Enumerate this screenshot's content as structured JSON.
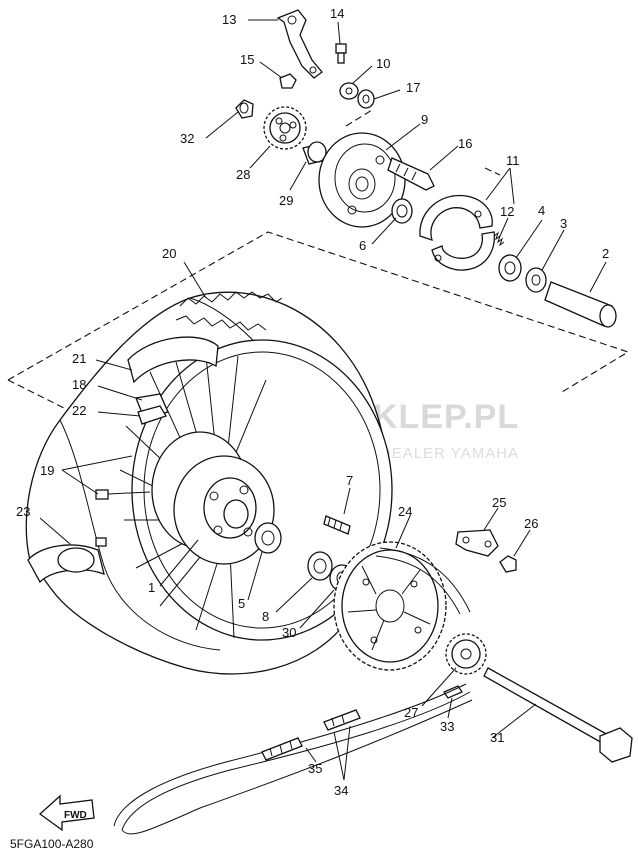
{
  "diagram_code": "5FGA100-A280",
  "watermark": {
    "title": "YAMA-SKLEP.PL",
    "subtitle": "CIECHOWICZ | DEALER YAMAHA"
  },
  "fwd_label": "FWD",
  "callouts": {
    "c1": "1",
    "c2": "2",
    "c3": "3",
    "c4": "4",
    "c5": "5",
    "c6": "6",
    "c7": "7",
    "c8": "8",
    "c9": "9",
    "c10": "10",
    "c11": "11",
    "c12": "12",
    "c13": "13",
    "c14": "14",
    "c15": "15",
    "c16": "16",
    "c17": "17",
    "c18": "18",
    "c19": "19",
    "c20": "20",
    "c21": "21",
    "c22": "22",
    "c23": "23",
    "c24": "24",
    "c25": "25",
    "c26": "26",
    "c27": "27",
    "c28": "28",
    "c29": "29",
    "c30": "30",
    "c31": "31",
    "c32": "32",
    "c33": "33",
    "c34": "34",
    "c35": "35"
  },
  "colors": {
    "line": "#111111",
    "watermark": "#d9d9d9",
    "watermark_logo": "#e8a0a0"
  }
}
